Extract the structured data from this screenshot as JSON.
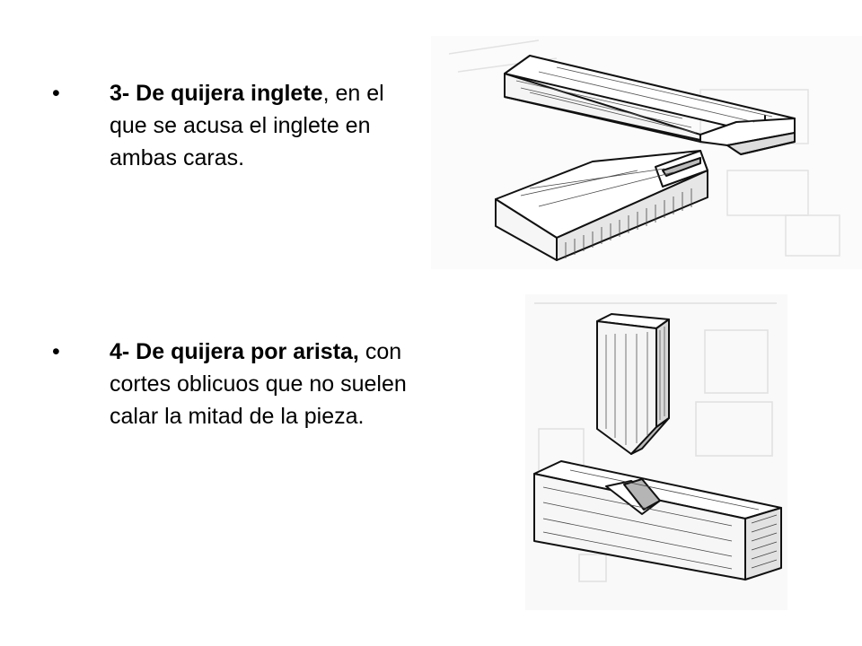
{
  "items": [
    {
      "bullet": "•",
      "title": "3- De quijera inglete",
      "punct": ",",
      "text": " en el que se acusa el inglete en ambas caras."
    },
    {
      "bullet": "•",
      "title": "4- De quijera por arista,",
      "text": " con cortes oblicuos que no suelen calar la mitad de la pieza."
    }
  ]
}
